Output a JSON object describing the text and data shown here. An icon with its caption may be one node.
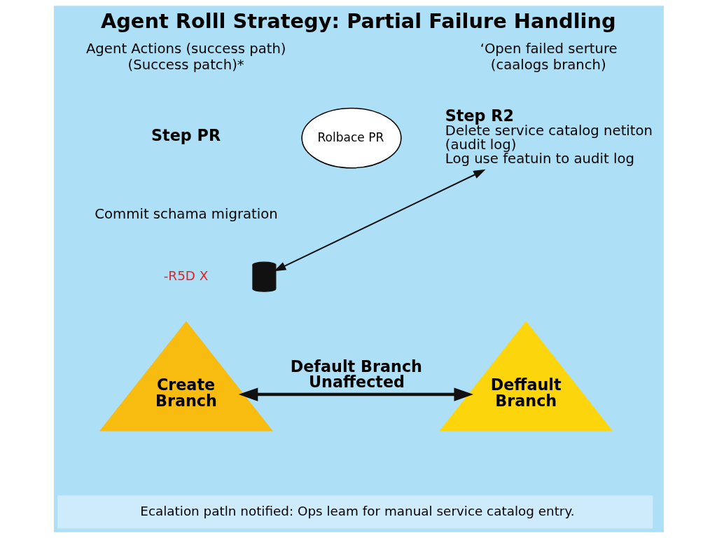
{
  "diagram": {
    "title": "Agent Rolll Strategy: Partial Failure Handling",
    "caption": "Ecalation patln notified: Ops leam for manual service catalog entry.",
    "nodes": [
      {
        "text": [
          "Rolbace PR"
        ]
      },
      {
        "text": [
          "Step R2",
          "Delete service catalog netiton (audit log)",
          "Log use featuin to audit log"
        ]
      },
      {
        "text": [
          "Create Branch"
        ]
      },
      {
        "text": [
          "Deffault Branch"
        ]
      },
      {
        "text": [],
        "shape": "picture"
      }
    ],
    "edges": [
      {
        "from": 4,
        "to": 1,
        "arrow": "both"
      },
      {
        "from": 2,
        "to": 3,
        "arrow": "both",
        "label": "Default Branch Unaffected",
        "style": "thick"
      }
    ],
    "labels": [
      "Agent Actions (success path) (Success patch)*",
      "‘Open failed serture (caalogs branch)",
      "Step PR",
      "Commit schama migration",
      "-R5D X"
    ]
  }
}
